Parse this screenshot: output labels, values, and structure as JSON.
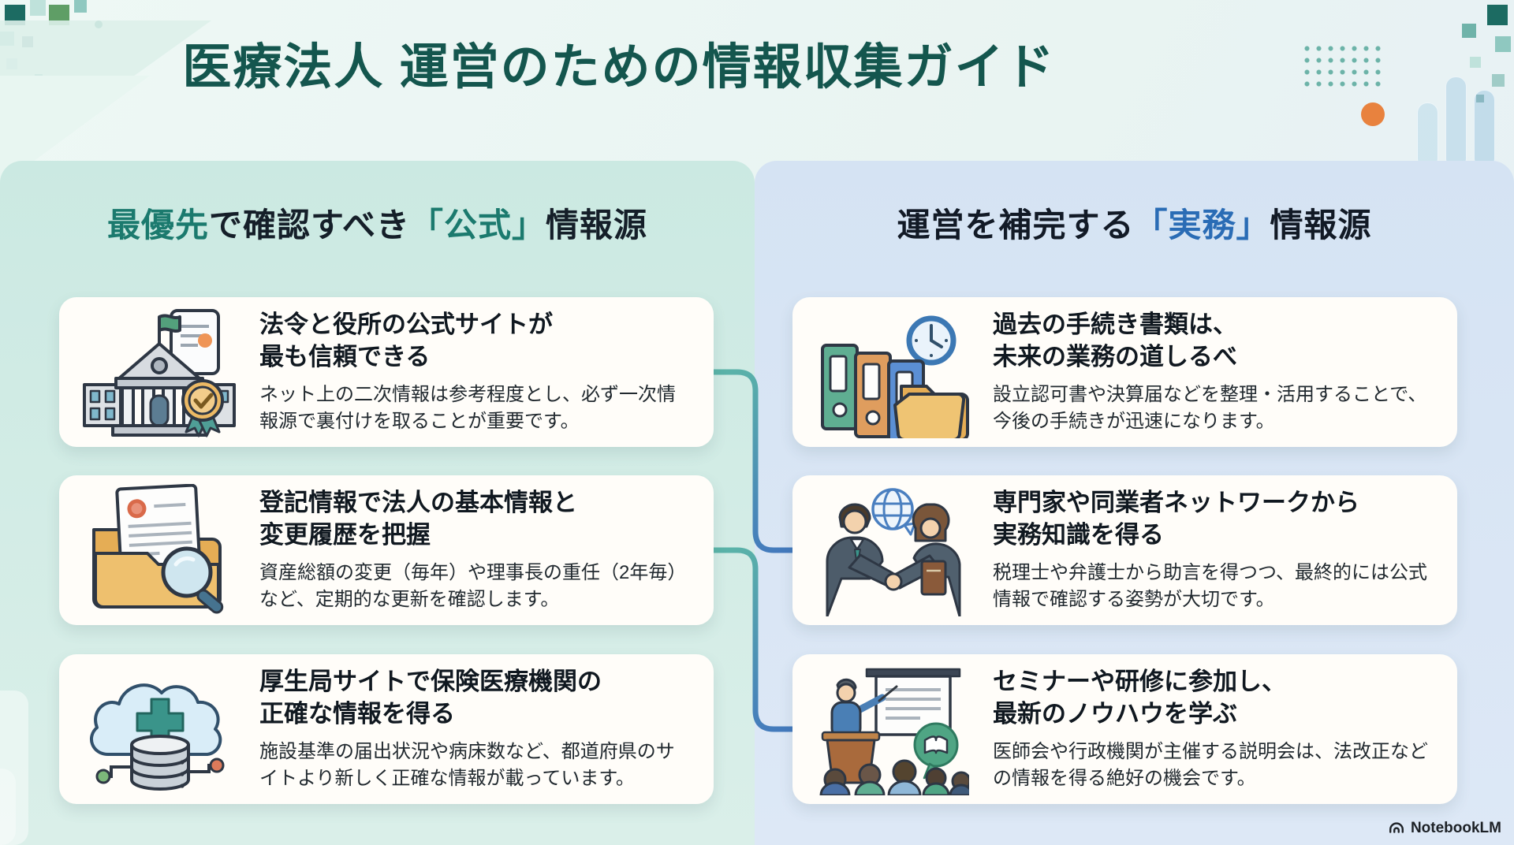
{
  "title": "医療法人 運営のための情報収集ガイド",
  "colors": {
    "title_text": "#14564e",
    "left_accent": "#1b7a6e",
    "right_accent": "#2a6cb5",
    "left_panel": "#d3ece5",
    "right_panel": "#dbe7f5",
    "connector_teal": "#5bb4a8",
    "connector_blue": "#4379bd",
    "orange_dot": "#e8823e"
  },
  "left_section": {
    "heading": {
      "accent1": "最優先",
      "normal1": "で確認すべき",
      "accent2": "「公式」",
      "normal2": "情報源"
    },
    "cards": [
      {
        "icon": "government-building-icon",
        "title_lines": [
          "法令と役所の公式サイトが",
          "最も信頼できる"
        ],
        "body": "ネット上の二次情報は参考程度とし、必ず一次情報源で裏付けを取ることが重要です。"
      },
      {
        "icon": "registry-folder-magnifier-icon",
        "title_lines": [
          "登記情報で法人の基本情報と",
          "変更履歴を把握"
        ],
        "body": "資産総額の変更（毎年）や理事長の重任（2年毎）など、定期的な更新を確認します。"
      },
      {
        "icon": "cloud-database-icon",
        "title_lines": [
          "厚生局サイトで保険医療機関の",
          "正確な情報を得る"
        ],
        "body": "施設基準の届出状況や病床数など、都道府県のサイトより新しく正確な情報が載っています。"
      }
    ]
  },
  "right_section": {
    "heading": {
      "normal1": "運営を補完する",
      "accent": "「実務」",
      "normal2": "情報源"
    },
    "cards": [
      {
        "icon": "binders-clock-icon",
        "title_lines": [
          "過去の手続き書類は、",
          "未来の業務の道しるべ"
        ],
        "body": "設立認可書や決算届などを整理・活用することで、今後の手続きが迅速になります。"
      },
      {
        "icon": "handshake-globe-icon",
        "title_lines": [
          "専門家や同業者ネットワークから",
          "実務知識を得る"
        ],
        "body": "税理士や弁護士から助言を得つつ、最終的には公式情報で確認する姿勢が大切です。"
      },
      {
        "icon": "seminar-podium-icon",
        "title_lines": [
          "セミナーや研修に参加し、",
          "最新のノウハウを学ぶ"
        ],
        "body": "医師会や行政機関が主催する説明会は、法改正などの情報を得る絶好の機会です。"
      }
    ]
  },
  "footer": {
    "brand_label": "NotebookLM",
    "brand_icon": "notebooklm-logo-icon"
  }
}
